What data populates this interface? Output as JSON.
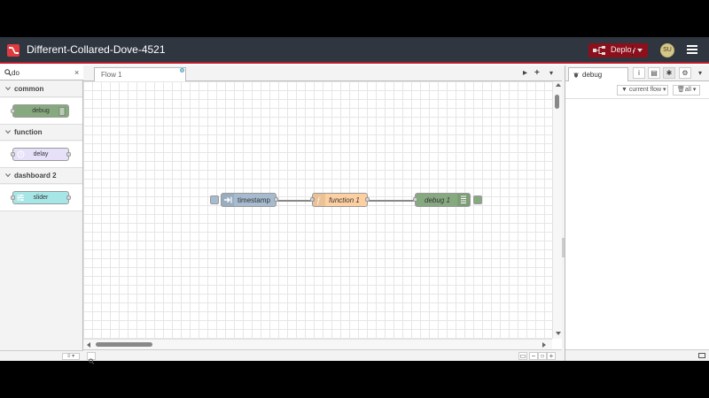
{
  "header": {
    "title": "Different-Collared-Dove-4521",
    "deploy_label": "Deploy",
    "avatar_initials": "SU",
    "accent_color": "#8c101c"
  },
  "palette": {
    "search_value": "do",
    "categories": [
      {
        "name": "common",
        "nodes": [
          {
            "label": "debug",
            "color": "#87a980"
          }
        ]
      },
      {
        "name": "function",
        "nodes": [
          {
            "label": "delay",
            "color": "#e6e0f8"
          }
        ]
      },
      {
        "name": "dashboard 2",
        "nodes": [
          {
            "label": "slider",
            "color": "#a6e6e6"
          }
        ]
      }
    ]
  },
  "workspace": {
    "tabs": [
      {
        "label": "Flow 1"
      }
    ],
    "nodes": [
      {
        "label": "timestamp",
        "type": "inject",
        "color": "#a6bbcf"
      },
      {
        "label": "function 1",
        "type": "function",
        "color": "#fdd0a2"
      },
      {
        "label": "debug 1",
        "type": "debug",
        "color": "#87a980"
      }
    ]
  },
  "sidebar": {
    "active_tab": "debug",
    "filter_flow": "current flow",
    "filter_type": "all"
  }
}
